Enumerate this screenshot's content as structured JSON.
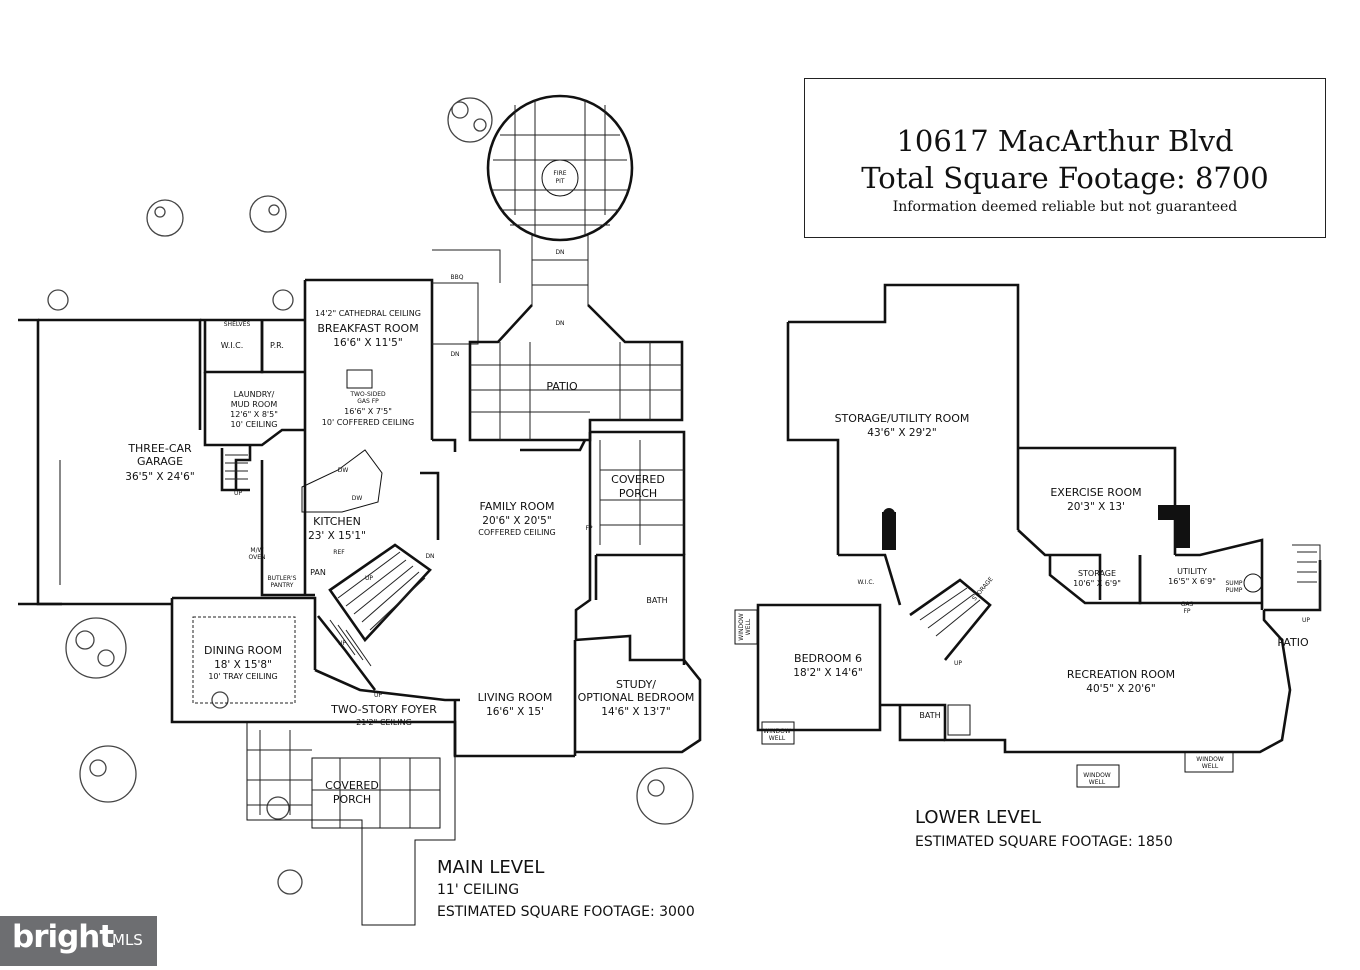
{
  "header": {
    "address": "10617 MacArthur Blvd",
    "total_sqft": "Total Square Footage: 8700",
    "disclaimer": "Information deemed reliable but not guaranteed"
  },
  "main_level": {
    "title": "MAIN LEVEL",
    "ceiling": "11' CEILING",
    "sqft": "ESTIMATED SQUARE FOOTAGE: 3000",
    "rooms": {
      "garage": {
        "name1": "THREE-CAR",
        "name2": "GARAGE",
        "dim": "36'5\" X 24'6\""
      },
      "wic": {
        "name": "W.I.C."
      },
      "shelves": {
        "name": "SHELVES"
      },
      "pr": {
        "name": "P.R."
      },
      "laundry": {
        "name1": "LAUNDRY/",
        "name2": "MUD ROOM",
        "dim": "12'6\" X 8'5\"",
        "note": "10' CEILING"
      },
      "breakfast": {
        "note": "14'2\" CATHEDRAL CEILING",
        "name": "BREAKFAST ROOM",
        "dim": "16'6\" X 11'5\""
      },
      "gas_fp": {
        "line1": "TWO-SIDED",
        "line2": "GAS FP"
      },
      "coffered": {
        "dim": "16'6\" X 7'5\"",
        "note": "10' COFFERED CEILING"
      },
      "bbq": {
        "name": "BBQ"
      },
      "fire_pit": {
        "line1": "FIRE",
        "line2": "PIT"
      },
      "patio": {
        "name": "PATIO"
      },
      "kitchen": {
        "name": "KITCHEN",
        "dim": "23' X 15'1\""
      },
      "dw1": "DW",
      "dw2": "DW",
      "ref": "REF",
      "pan": "PAN",
      "butlers": {
        "line1": "BUTLER'S",
        "line2": "PANTRY"
      },
      "mw_oven": {
        "line1": "M/W",
        "line2": "OVEN"
      },
      "family": {
        "name": "FAMILY ROOM",
        "dim": "20'6\" X 20'5\"",
        "note": "COFFERED CEILING"
      },
      "covered_porch_rear": {
        "name1": "COVERED",
        "name2": "PORCH"
      },
      "fp": "FP",
      "bath": "BATH",
      "dining": {
        "name": "DINING ROOM",
        "dim": "18' X 15'8\"",
        "note": "10' TRAY CEILING"
      },
      "foyer": {
        "name": "TWO-STORY FOYER",
        "note": "21'2\" CEILING"
      },
      "living": {
        "name": "LIVING ROOM",
        "dim": "16'6\" X 15'"
      },
      "study": {
        "name1": "STUDY/",
        "name2": "OPTIONAL BEDROOM",
        "dim": "14'6\" X 13'7\""
      },
      "covered_porch_front": {
        "name1": "COVERED",
        "name2": "PORCH"
      }
    },
    "stair_up": "UP",
    "stair_dn": "DN"
  },
  "lower_level": {
    "title": "LOWER LEVEL",
    "sqft": "ESTIMATED SQUARE FOOTAGE: 1850",
    "rooms": {
      "storage_utility": {
        "name": "STORAGE/UTILITY ROOM",
        "dim": "43'6\" X 29'2\""
      },
      "exercise": {
        "name": "EXERCISE ROOM",
        "dim": "20'3\" X 13'"
      },
      "storage_small": {
        "name": "STORAGE",
        "dim": "10'6\" X 6'9\""
      },
      "utility": {
        "name": "UTILITY",
        "dim": "16'5\" X 6'9\""
      },
      "sump": {
        "line1": "SUMP",
        "line2": "PUMP"
      },
      "gas_fp": {
        "line1": "GAS",
        "line2": "FP"
      },
      "wic": "W.I.C.",
      "storage_angled": "STORAGE",
      "bedroom": {
        "name": "BEDROOM 6",
        "dim": "18'2\" X 14'6\""
      },
      "recreation": {
        "name": "RECREATION ROOM",
        "dim": "40'5\" X 20'6\""
      },
      "patio": "PATIO",
      "bath": "BATH",
      "window_well": {
        "line1": "WINDOW",
        "line2": "WELL"
      }
    },
    "stair_up": "UP"
  },
  "watermark": {
    "brand": "bright",
    "suffix": "MLS"
  }
}
